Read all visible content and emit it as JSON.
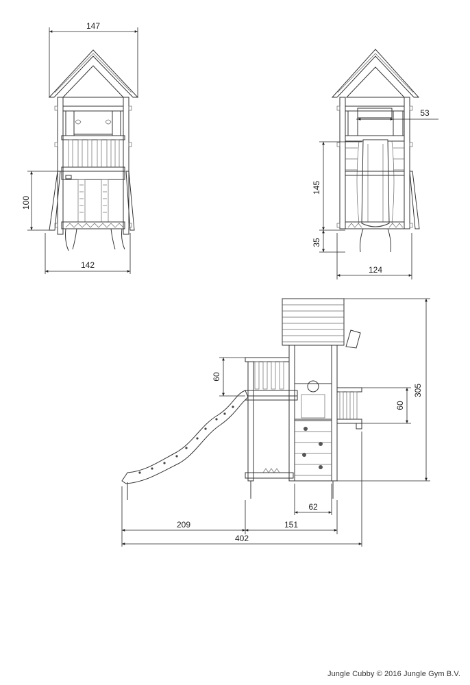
{
  "views": {
    "front": {
      "dim_width_top": "147",
      "dim_width_bottom": "142",
      "dim_platform_height": "100"
    },
    "side": {
      "dim_slide_width": "53",
      "dim_slide_height": "145",
      "dim_base": "35",
      "dim_width_bottom": "124"
    },
    "elevation": {
      "dim_wall_left": "60",
      "dim_wall_right": "60",
      "dim_total_height": "305",
      "dim_ladder": "62",
      "dim_slide_run": "209",
      "dim_tower": "151",
      "dim_total_length": "402"
    }
  },
  "footer": {
    "text": "Jungle Cubby © 2016  Jungle Gym  B.V."
  }
}
